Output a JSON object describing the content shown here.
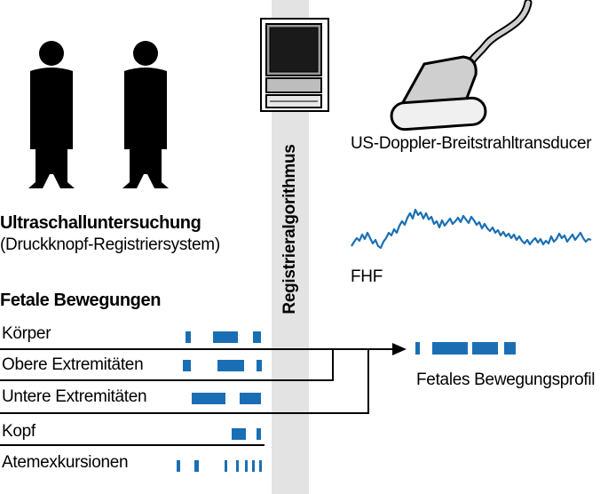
{
  "band": {
    "label": "Registrieralgorithmus"
  },
  "left": {
    "ultrasound_title": "Ultraschalluntersuchung",
    "ultrasound_subtitle": "(Druckknopf-Registriersystem)",
    "movements_title": "Fetale Bewegungen",
    "rows": [
      {
        "label": "Körper"
      },
      {
        "label": "Obere Extremitäten"
      },
      {
        "label": "Untere Extremitäten"
      },
      {
        "label": "Kopf"
      },
      {
        "label": "Atemexkursionen"
      }
    ]
  },
  "right": {
    "transducer_label": "US-Doppler-Breitstrahltransducer",
    "fhf_label": "FHF",
    "profile_label": "Fetales Bewegungsprofil"
  },
  "colors": {
    "marker": "#1a6fb4",
    "band": "#e3e3e3",
    "ink": "#000000"
  },
  "icons": [
    "person-silhouette-icon",
    "computer-icon",
    "transducer-icon"
  ]
}
